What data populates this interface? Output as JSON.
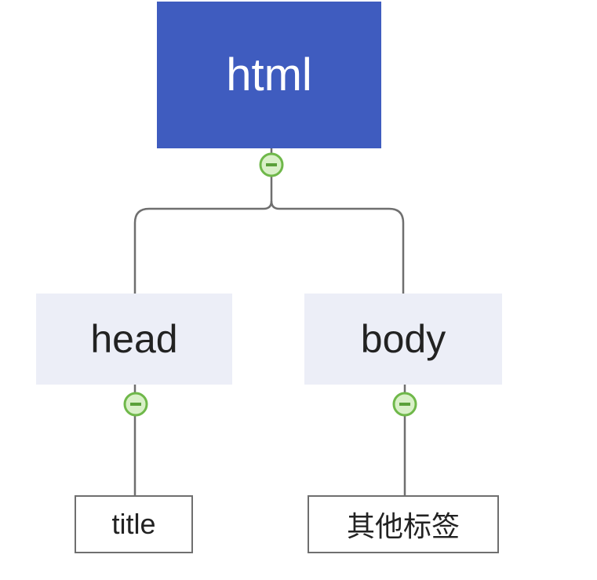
{
  "root": {
    "label": "html"
  },
  "children": [
    {
      "label": "head",
      "children": [
        {
          "label": "title"
        }
      ]
    },
    {
      "label": "body",
      "children": [
        {
          "label": "其他标签"
        }
      ]
    }
  ],
  "colors": {
    "root_fill": "#3f5cbf",
    "child_fill": "#eceef7",
    "connector": "#6f6f6f",
    "collapse_toggle": "#6fb84a"
  },
  "icons": {
    "collapse_toggle": "minus-circle-icon"
  }
}
